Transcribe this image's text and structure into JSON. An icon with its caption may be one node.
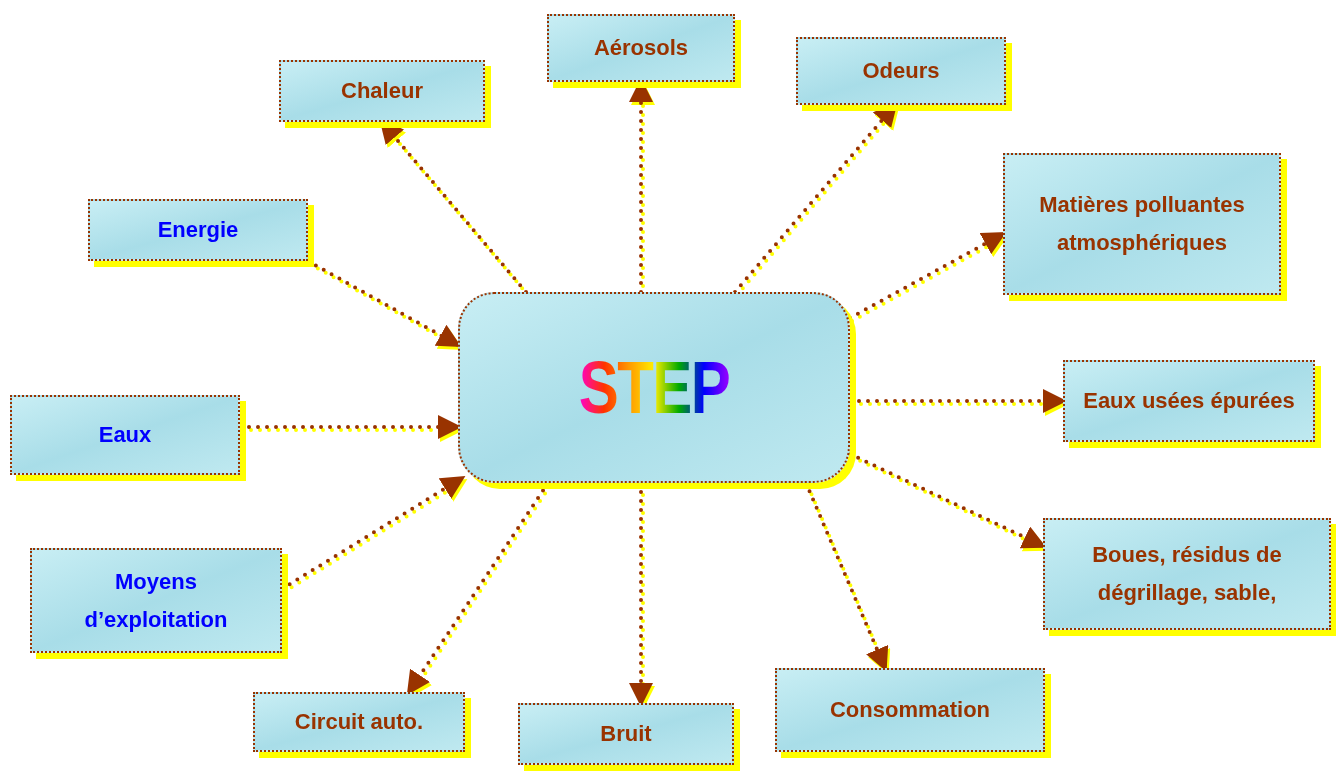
{
  "diagram": {
    "nodes": [
      {
        "text": [
          "STEP"
        ]
      },
      {
        "text": [
          "Aérosols"
        ]
      },
      {
        "text": [
          "Chaleur"
        ]
      },
      {
        "text": [
          "Odeurs"
        ]
      },
      {
        "text": [
          "Energie"
        ]
      },
      {
        "text": [
          "Matières polluantes atmosphériques"
        ]
      },
      {
        "text": [
          "Eaux"
        ]
      },
      {
        "text": [
          "Eaux usées épurées"
        ]
      },
      {
        "text": [
          "Moyens d’exploitation"
        ]
      },
      {
        "text": [
          "Boues, résidus de dégrillage, sable,"
        ]
      },
      {
        "text": [
          "Circuit auto."
        ]
      },
      {
        "text": [
          "Bruit"
        ]
      },
      {
        "text": [
          "Consommation"
        ]
      }
    ],
    "edges": [
      {
        "from": 0,
        "to": 1,
        "arrow": "to"
      },
      {
        "from": 0,
        "to": 2,
        "arrow": "to"
      },
      {
        "from": 0,
        "to": 3,
        "arrow": "to"
      },
      {
        "from": 4,
        "to": 0,
        "arrow": "to"
      },
      {
        "from": 0,
        "to": 5,
        "arrow": "to"
      },
      {
        "from": 6,
        "to": 0,
        "arrow": "to"
      },
      {
        "from": 0,
        "to": 7,
        "arrow": "to"
      },
      {
        "from": 8,
        "to": 0,
        "arrow": "to"
      },
      {
        "from": 0,
        "to": 9,
        "arrow": "to"
      },
      {
        "from": 0,
        "to": 10,
        "arrow": "to"
      },
      {
        "from": 0,
        "to": 11,
        "arrow": "to"
      },
      {
        "from": 0,
        "to": 12,
        "arrow": "to"
      }
    ]
  }
}
